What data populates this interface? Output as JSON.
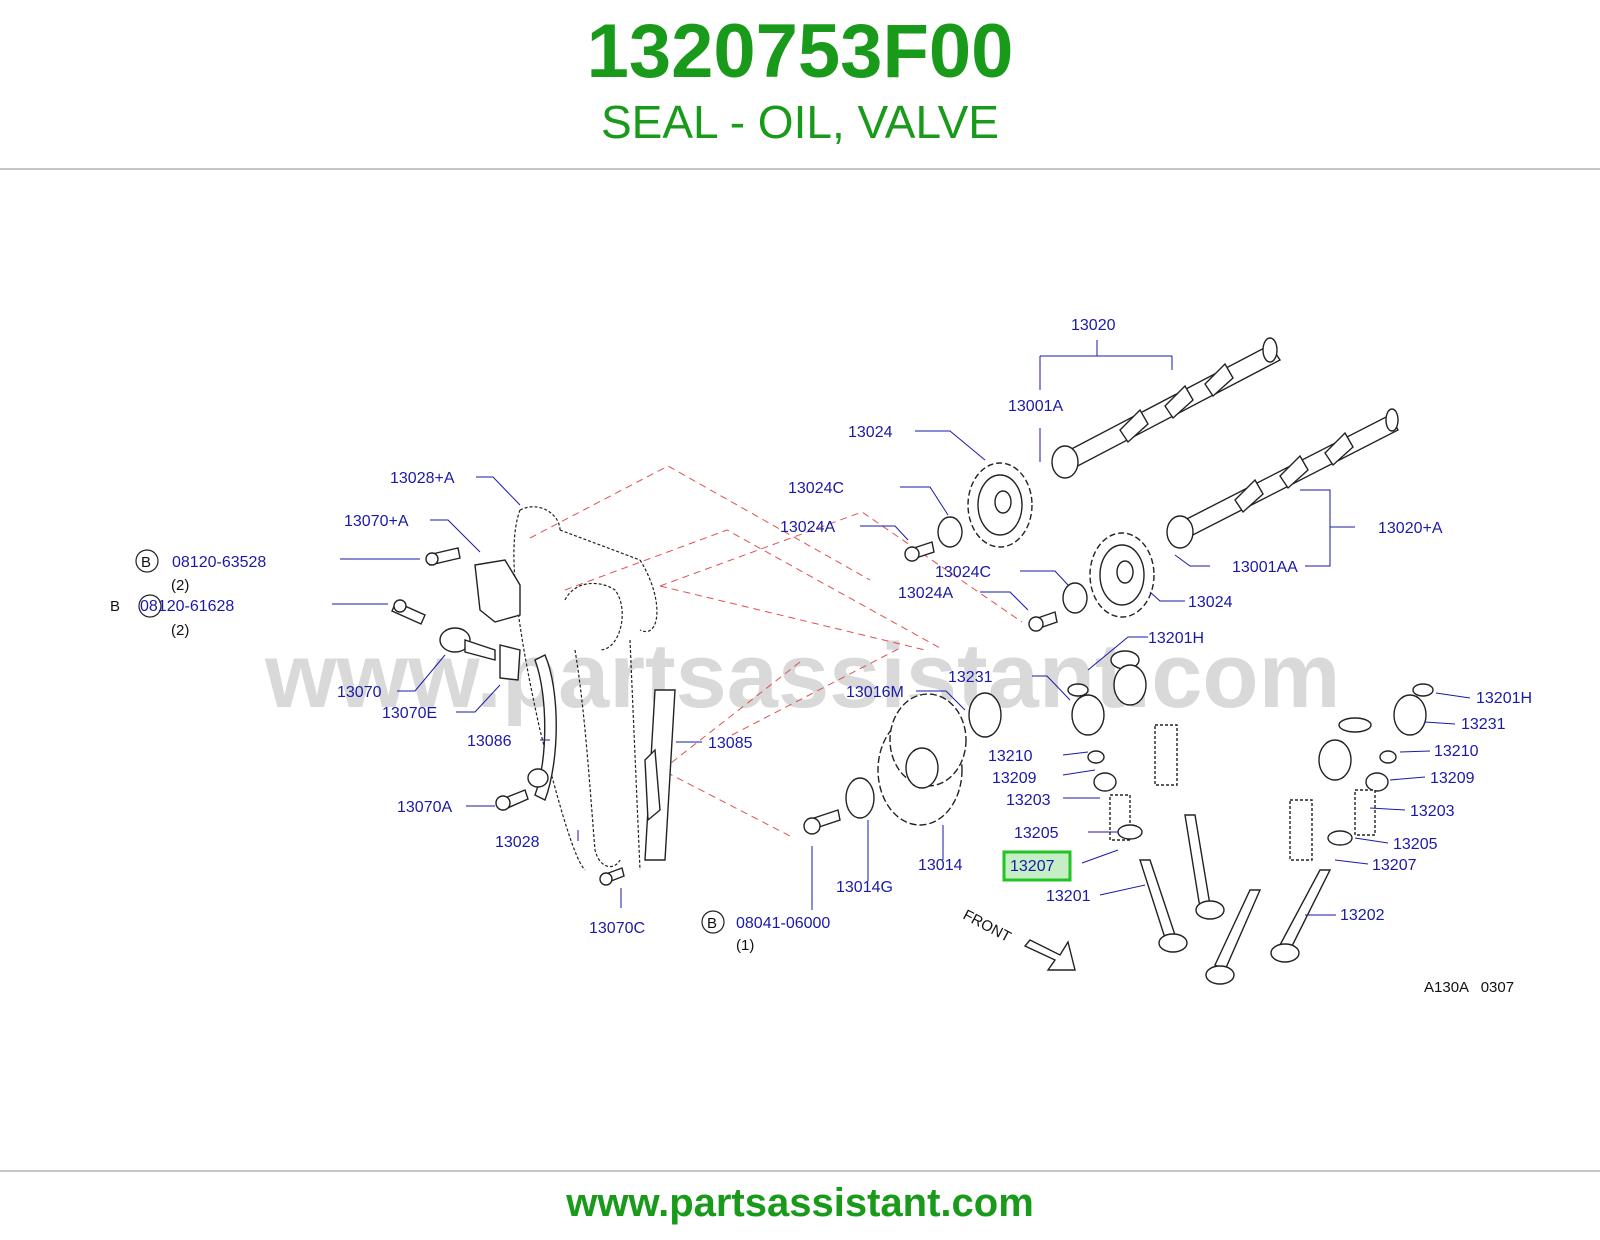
{
  "header": {
    "part_number": "1320753F00",
    "part_name": "SEAL - OIL, VALVE"
  },
  "diagram": {
    "watermark": "www.partsassistant.com",
    "code": "A130A   0307",
    "front_label": "FRONT",
    "highlighted_callout": "13207",
    "callouts": {
      "c13020": "13020",
      "c13001A": "13001A",
      "c13024_top": "13024",
      "c13024C_top": "13024C",
      "c13024A_top": "13024A",
      "c13020A": "13020+A",
      "c13001AA": "13001AA",
      "c13024C_mid": "13024C",
      "c13024A_mid": "13024A",
      "c13024_mid": "13024",
      "c13028A": "13028+A",
      "c13070A_top": "13070+A",
      "c08120_63528": "08120-63528",
      "c08120_63528_qty": "(2)",
      "c08120_61628_prefix": "B",
      "c08120_61628": "08120-61628",
      "c08120_61628_qty": "(2)",
      "c13070": "13070",
      "c13070E": "13070E",
      "c13086": "13086",
      "c13070A": "13070A",
      "c13028": "13028",
      "c13070C": "13070C",
      "c13085": "13085",
      "c13016M": "13016M",
      "c13014": "13014",
      "c13014G": "13014G",
      "c08041_06000": "08041-06000",
      "c08041_06000_qty": "(1)",
      "c13201H_mid": "13201H",
      "c13231_mid": "13231",
      "c13210_mid": "13210",
      "c13209_mid": "13209",
      "c13203_mid": "13203",
      "c13205_mid": "13205",
      "c13207_mid": "13207",
      "c13201": "13201",
      "c13201H_right": "13201H",
      "c13231_right": "13231",
      "c13210_right": "13210",
      "c13209_right": "13209",
      "c13203_right": "13203",
      "c13205_right": "13205",
      "c13207_right": "13207",
      "c13202": "13202"
    },
    "bolt_marker": "B"
  },
  "footer": {
    "url": "www.partsassistant.com"
  },
  "colors": {
    "brand_green": "#1a9a1a",
    "callout_blue": "#1a1aa8",
    "highlight_border": "#22c322",
    "dash_red": "#e05050"
  }
}
